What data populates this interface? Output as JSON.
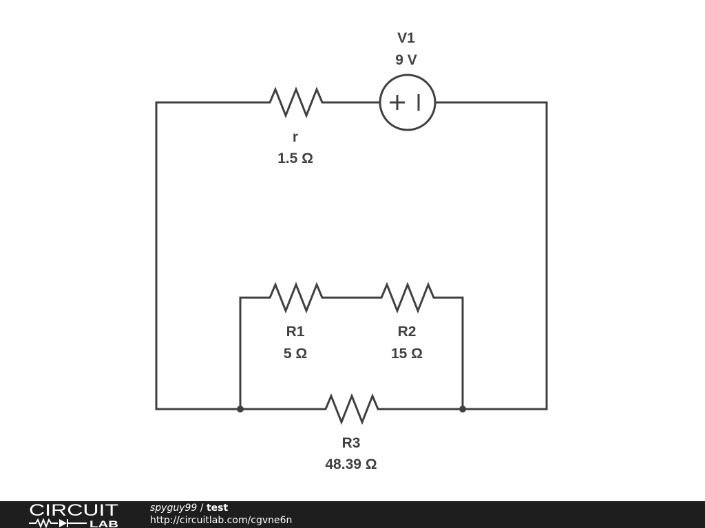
{
  "components": {
    "r": {
      "name": "r",
      "value": "1.5 Ω"
    },
    "v1": {
      "name": "V1",
      "value": "9 V"
    },
    "r1": {
      "name": "R1",
      "value": "5 Ω"
    },
    "r2": {
      "name": "R2",
      "value": "15 Ω"
    },
    "r3": {
      "name": "R3",
      "value": "48.39 Ω"
    }
  },
  "source_symbol": {
    "plus": "+"
  },
  "footer": {
    "logo_top": "CIRCUIT",
    "logo_bottom": "LAB",
    "user": "spyguy99",
    "separator": " / ",
    "title": "test",
    "url": "http://circuitlab.com/cgvne6n"
  },
  "colors": {
    "wire": "#404040",
    "footer_bg": "#1e1e1e",
    "footer_text": "#ffffff"
  }
}
